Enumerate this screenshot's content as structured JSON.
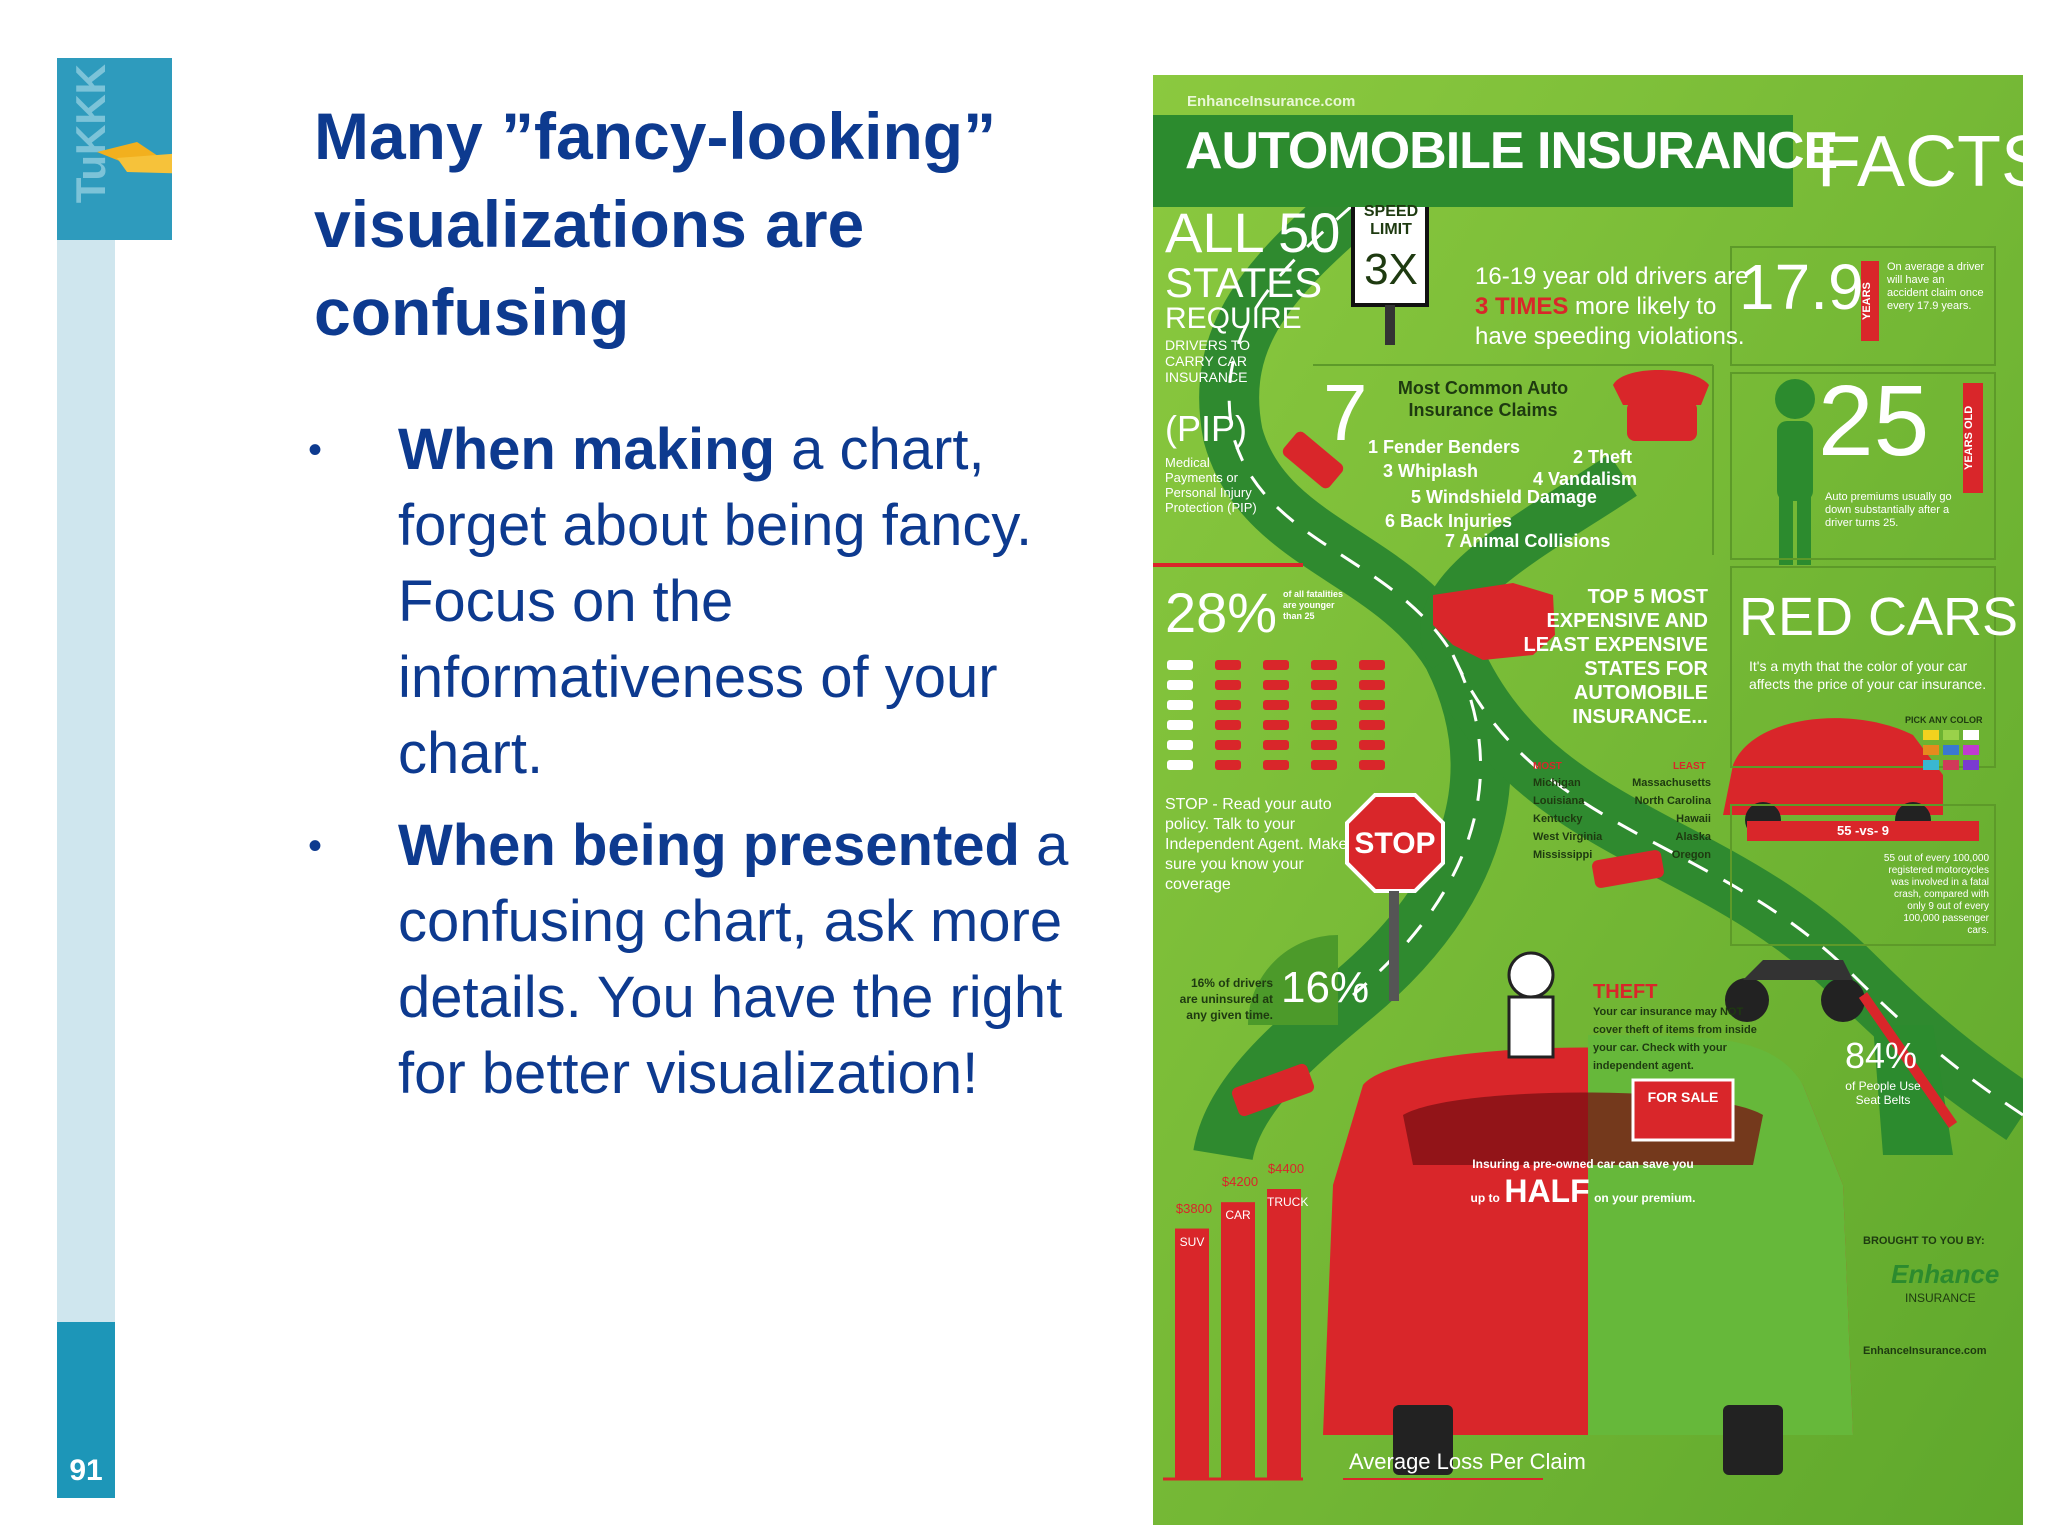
{
  "slide": {
    "title": "Many ”fancy-looking” visualizations are confusing",
    "page_number": "91",
    "logo_letters": "TuKKK",
    "bullets": [
      {
        "bold": "When making",
        "rest": " a chart, forget about being fancy. Focus on the informativeness of your chart."
      },
      {
        "bold": "When being presented",
        "rest": " a confusing chart, ask more details. You have the right for better visualization!"
      }
    ]
  },
  "infographic": {
    "site": "EnhanceInsurance.com",
    "title": "AUTOMOBILE INSURANCE",
    "title2": "FACTS",
    "all50": "ALL 50",
    "states": "STATES",
    "require": "REQUIRE",
    "drivers_to": "DRIVERS TO CARRY CAR INSURANCE",
    "pip": "(PIP)",
    "pip_desc": "Medical Payments or Personal Injury Protection (PIP)",
    "speed_limit": "SPEED LIMIT",
    "speed_x": "3X",
    "teen_line1": "16-19 year old drivers are",
    "teen_times": "3 TIMES",
    "teen_line2": "more likely to",
    "teen_line3": "have speeding violations.",
    "years_value": "17.9",
    "years_label": "YEARS",
    "years_desc": "On average a driver will have an accident claim once every 17.9 years.",
    "claims_num": "7",
    "claims_title": "Most Common Auto Insurance Claims",
    "claims": [
      "1 Fender Benders",
      "2 Theft",
      "3 Whiplash",
      "4 Vandalism",
      "5 Windshield Damage",
      "6 Back Injuries",
      "7 Animal Collisions"
    ],
    "age_value": "25",
    "age_label": "YEARS OLD",
    "age_desc": "Auto premiums usually go down substantially after a driver turns 25.",
    "pct28": "28%",
    "pct28_desc": "of all fatalities are younger than 25",
    "top5_title": "TOP 5 MOST EXPENSIVE AND LEAST EXPENSIVE STATES FOR AUTOMOBILE INSURANCE...",
    "most_label": "MOST",
    "least_label": "LEAST",
    "most": [
      "Michigan",
      "Louisiana",
      "Kentucky",
      "West Virginia",
      "Mississippi"
    ],
    "least": [
      "Massachusetts",
      "North Carolina",
      "Hawaii",
      "Alaska",
      "Oregon"
    ],
    "red_cars": "RED CARS",
    "red_cars_desc": "It's a myth that the color of your car affects the price of your car insurance.",
    "pick_color": "PICK ANY COLOR",
    "stop_text": "STOP - Read your auto policy. Talk to your Independent Agent. Make sure you know your coverage",
    "stop_sign": "STOP",
    "moto_title": "55 -vs- 9",
    "moto_desc": "55 out of every 100,000 registered motorcycles was involved in a fatal crash, compared with only 9 out of every 100,000 passenger cars.",
    "uninsured_desc": "16% of drivers are uninsured at any given time.",
    "pct16": "16%",
    "theft_title": "THEFT",
    "theft_desc": "Your car insurance may NOT cover theft of items from inside your car. Check with your independent agent.",
    "for_sale": "FOR SALE",
    "pct84": "84%",
    "pct84_desc": "of People Use Seat Belts",
    "half_line1": "Insuring a pre-owned car can save you",
    "half_up": "up to",
    "half": "HALF",
    "half_line2": "on your premium.",
    "brought": "BROUGHT TO YOU BY:",
    "brand": "Enhance",
    "brand_sub": "INSURANCE",
    "brand_site": "EnhanceInsurance.com",
    "loss_title": "Average Loss Per Claim",
    "colors": {
      "green": "#7fbf3a",
      "dark_green": "#2c8b2e",
      "red": "#d9262a",
      "navy": "#0d3a8f"
    }
  },
  "chart_data": {
    "type": "bar",
    "categories": [
      "SUV",
      "CAR",
      "TRUCK"
    ],
    "values": [
      3800,
      4200,
      4400
    ],
    "value_labels": [
      "$3800",
      "$4200",
      "$4400"
    ],
    "title": "Average Loss Per Claim",
    "xlabel": "",
    "ylabel": "",
    "ylim": [
      0,
      4400
    ]
  }
}
